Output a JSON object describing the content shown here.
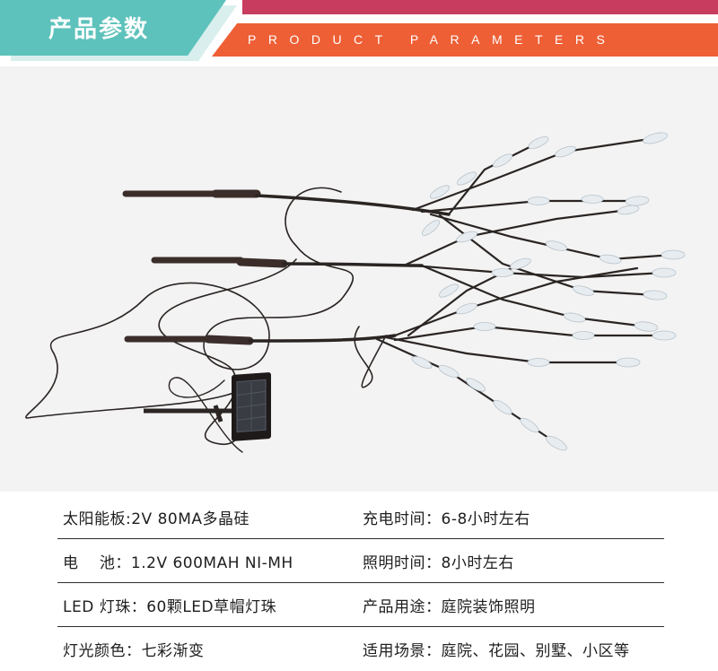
{
  "header": {
    "title_cn": "产品参数",
    "title_en": "PRODUCT PARAMETERS"
  },
  "colors": {
    "teal": "#5dc2bb",
    "pink": "#c83d5f",
    "orange": "#ee5f36"
  },
  "photo": {
    "subject": "solar-powered LED branch stake lights with leaf-shaped bulbs and solar panel"
  },
  "specs": [
    {
      "left": "太阳能板:2V 80MA多晶硅",
      "right": "充电时间：6-8小时左右"
    },
    {
      "left": "电　 池：1.2V 600MAH NI-MH",
      "right": "照明时间：8小时左右"
    },
    {
      "left": "LED 灯珠：60颗LED草帽灯珠",
      "right": "产品用途：庭院装饰照明"
    },
    {
      "left": "灯光颜色：七彩渐变",
      "right": "适用场景：庭院、花园、别墅、小区等"
    }
  ]
}
